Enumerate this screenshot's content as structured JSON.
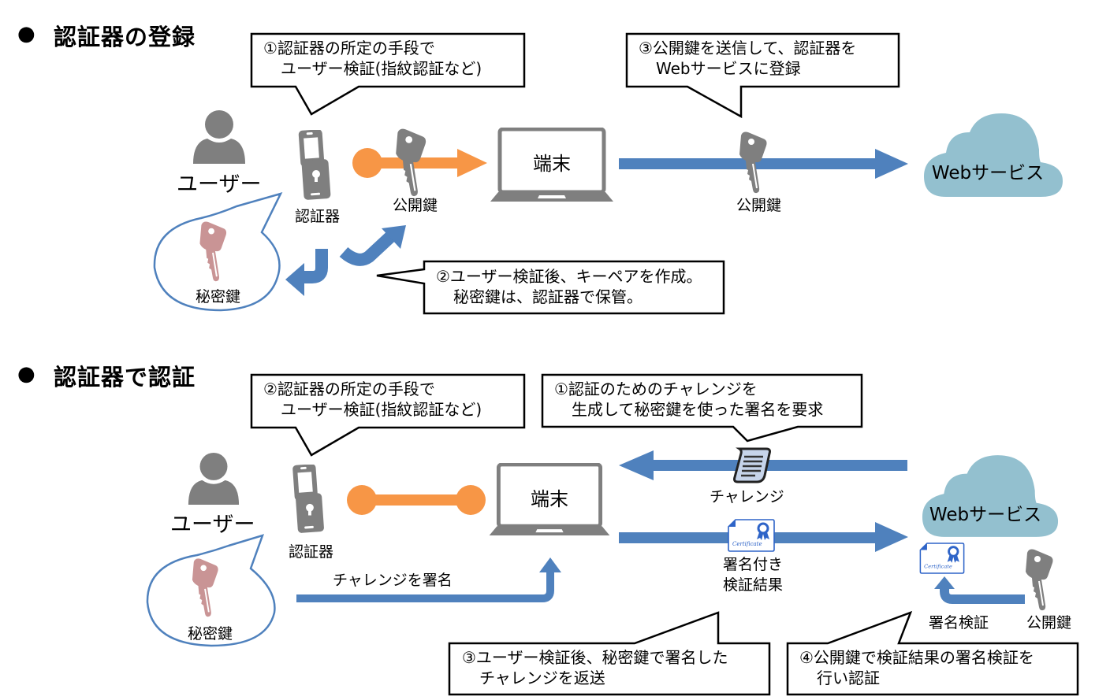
{
  "colors": {
    "orange": "#F79646",
    "blue": "#4F81BD",
    "gray": "#7F7F7F",
    "cloud": "#93C0CF",
    "private_key": "#C99495",
    "ellipse_stroke": "#4F81BD",
    "cert_blue": "#2E64C8"
  },
  "sections": [
    {
      "bullet": "●",
      "heading": "認証器の登録",
      "user_label": "ユーザー",
      "authenticator_label": "認証器",
      "public_key_label_1": "公開鍵",
      "terminal_label": "端末",
      "public_key_label_2": "公開鍵",
      "web_service_label": "Webサービス",
      "private_key_label": "秘密鍵",
      "callouts": [
        {
          "line1": "①認証器の所定の手段で",
          "line2": "ユーザー検証(指紋認証など)"
        },
        {
          "line1": "②ユーザー検証後、キーペアを作成。",
          "line2": "秘密鍵は、認証器で保管。"
        },
        {
          "line1": "③公開鍵を送信して、認証器を",
          "line2": "Webサービスに登録"
        }
      ]
    },
    {
      "bullet": "●",
      "heading": "認証器で認証",
      "user_label": "ユーザー",
      "authenticator_label": "認証器",
      "terminal_label": "端末",
      "challenge_label": "チャレンジ",
      "signed_result_label_1": "署名付き",
      "signed_result_label_2": "検証結果",
      "web_service_label": "Webサービス",
      "private_key_label": "秘密鍵",
      "sign_challenge_label": "チャレンジを署名",
      "signature_verify_label": "署名検証",
      "public_key_label": "公開鍵",
      "certificate_text": "Certificate",
      "callouts": [
        {
          "line1": "①認証のためのチャレンジを",
          "line2": "生成して秘密鍵を使った署名を要求"
        },
        {
          "line1": "②認証器の所定の手段で",
          "line2": "ユーザー検証(指紋認証など)"
        },
        {
          "line1": "③ユーザー検証後、秘密鍵で署名した",
          "line2": "チャレンジを返送"
        },
        {
          "line1": "④公開鍵で検証結果の署名検証を",
          "line2": "行い認証"
        }
      ]
    }
  ]
}
